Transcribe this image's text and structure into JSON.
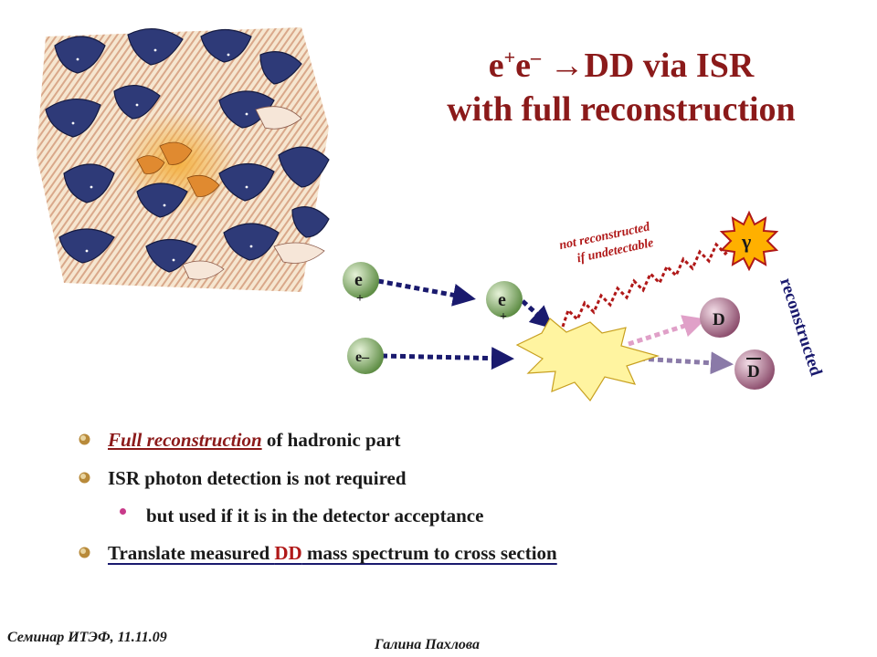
{
  "title": {
    "line1_e1": "e",
    "line1_sup1": "+",
    "line1_e2": "e",
    "line1_sup2": "–",
    "line1_rest": " →DD  via ISR",
    "line2": "with full reconstruction"
  },
  "diagram": {
    "e_plus_a": "e",
    "e_plus_a_sup": "+",
    "e_plus_b": "e",
    "e_plus_b_sup": "+",
    "e_minus": "e–",
    "gamma": "γ",
    "d": "D",
    "dbar": "D",
    "not_reconstructed_1": "not reconstructed",
    "not_reconstructed_2": "if undetectable",
    "reconstructed": "reconstructed"
  },
  "bullets": {
    "b1_link": "Full reconstruction",
    "b1_rest": " of hadronic part",
    "b2": " ISR photon detection is not required",
    "b3": "but used if it is in the detector acceptance",
    "b4_pre": "Translate measured ",
    "b4_red": "DD",
    "b4_post": " mass spectrum to cross section"
  },
  "footer": {
    "left": "Семинар ИТЭФ, 11.11.09",
    "center": "Галина Пахлова"
  },
  "colors": {
    "title": "#8b1a1a",
    "dark_blue": "#1a1a6e",
    "pink": "#e0a0c8",
    "d_ball": "#9a5a7a",
    "e_ball": "#6a9a50",
    "burst": "#fff4a0"
  }
}
